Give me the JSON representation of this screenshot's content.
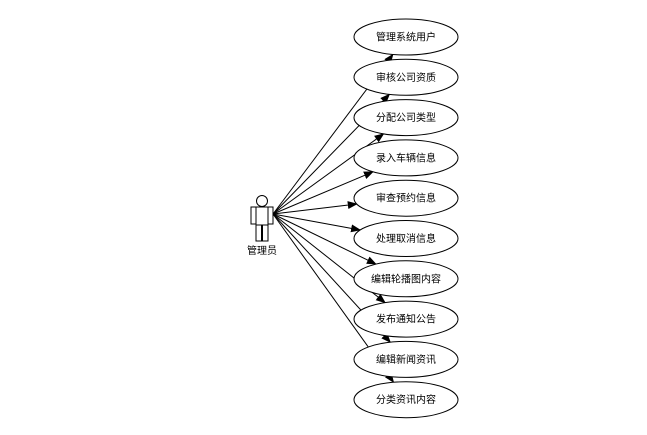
{
  "actor": {
    "name": "管理员",
    "icon": "person-icon"
  },
  "use_cases": [
    {
      "label": "管理系统用户"
    },
    {
      "label": "审核公司资质"
    },
    {
      "label": "分配公司类型"
    },
    {
      "label": "录入车辆信息"
    },
    {
      "label": "审查预约信息"
    },
    {
      "label": "处理取消信息"
    },
    {
      "label": "编辑轮播图内容"
    },
    {
      "label": "发布通知公告"
    },
    {
      "label": "编辑新闻资讯"
    },
    {
      "label": "分类资讯内容"
    }
  ],
  "colors": {
    "line": "#000000",
    "fill": "#ffffff",
    "text": "#000000"
  }
}
